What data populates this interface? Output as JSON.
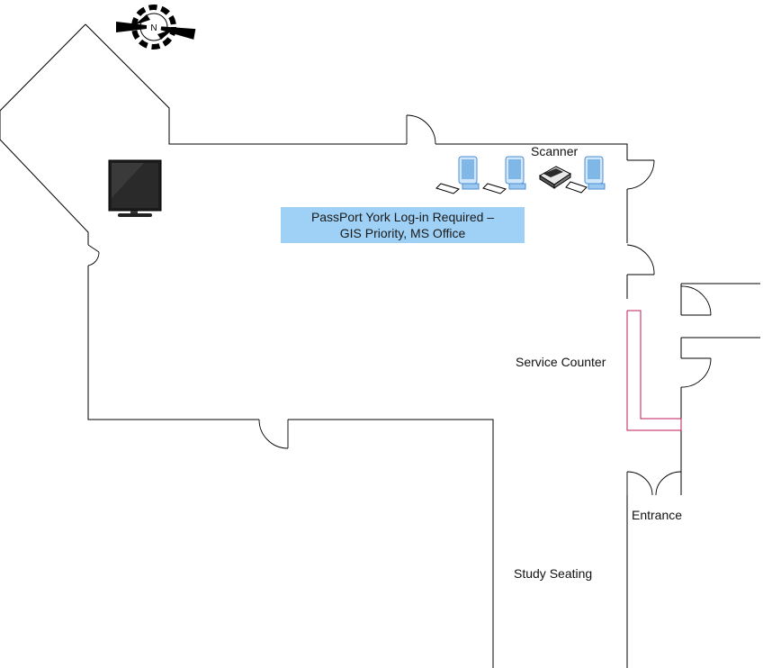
{
  "labels": {
    "scanner": "Scanner",
    "service_counter": "Service Counter",
    "entrance": "Entrance",
    "study_seating": "Study Seating"
  },
  "notice": {
    "line1": "PassPort York Log-in Required –",
    "line2": "GIS Priority, MS Office",
    "background": "#9fd0f5"
  },
  "compass": {
    "letter": "N"
  },
  "colors": {
    "walls": "#000000",
    "service_counter_outline": "#c2185b",
    "workstation_screen": "#7fb8e6",
    "tv_screen": "#222222"
  },
  "icons": [
    "compass-icon",
    "tv-screen-icon",
    "workstation-icon",
    "scanner-icon",
    "door-swing-icon"
  ]
}
